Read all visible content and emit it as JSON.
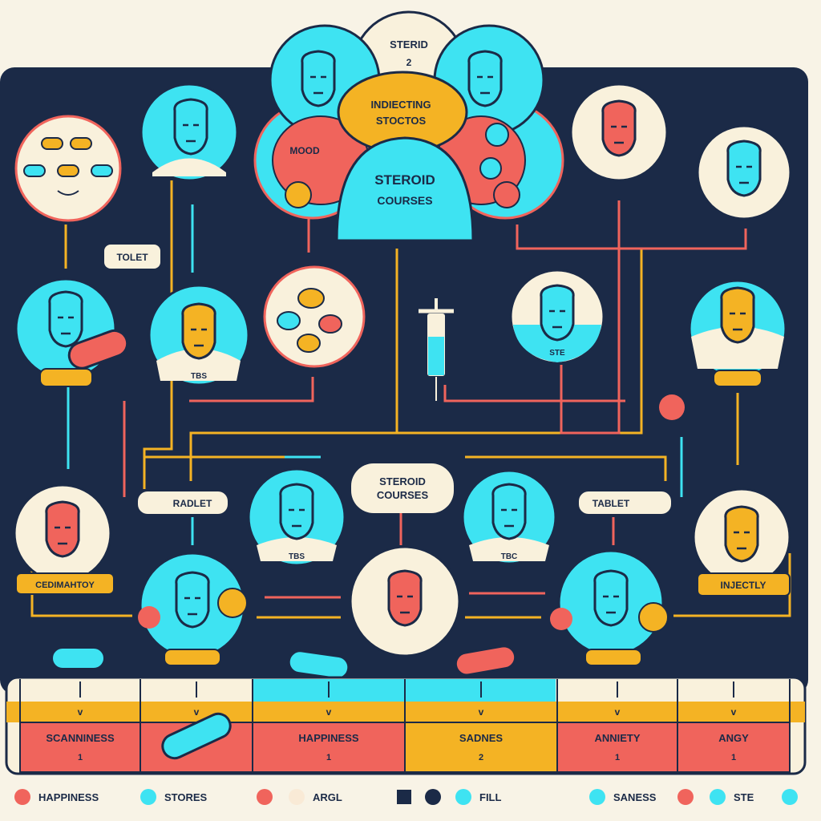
{
  "colors": {
    "background": "#f8f3e6",
    "panel": "#1b2a47",
    "cyan": "#3ee3f2",
    "coral": "#f0645c",
    "yellow": "#f4b324",
    "cream": "#f9f1dc"
  },
  "cluster": {
    "top_label": "STERID",
    "top_number": "2",
    "injecting": [
      "INDIECTING",
      "STOCTOS"
    ],
    "mood": "MOOD",
    "steroid": [
      "STEROID",
      "COURSES"
    ]
  },
  "labels": {
    "tolet": "TOLET",
    "tbs_left": "TBS",
    "ste": "STE",
    "radlet": "RADLET",
    "steroid_courses": [
      "STEROID",
      "COURSES"
    ],
    "tablet": "TABLET",
    "tbs_mid": "TBS",
    "tbc": "TBC",
    "cedimahtoy": "CEDIMAHTOY",
    "injectly": "INJECTLY"
  },
  "table": {
    "cells": [
      {
        "label": "SCANNINESS",
        "number": "1"
      },
      {
        "label": "",
        "number": ""
      },
      {
        "label": "HAPPINESS",
        "number": "1"
      },
      {
        "label": "SADNES",
        "number": "2"
      },
      {
        "label": "ANNIETY",
        "number": "1"
      },
      {
        "label": "ANGY",
        "number": "1"
      }
    ]
  },
  "legend": [
    {
      "label": "HAPPINESS",
      "color": "#f0645c"
    },
    {
      "label": "STORES",
      "color": "#3ee3f2"
    },
    {
      "label": "ARGL",
      "color": "#f9ead6"
    },
    {
      "label": "FILL",
      "color": "#3ee3f2"
    },
    {
      "label": "SANESS",
      "color": "#3ee3f2"
    },
    {
      "label": "STE",
      "color": "#3ee3f2"
    }
  ]
}
